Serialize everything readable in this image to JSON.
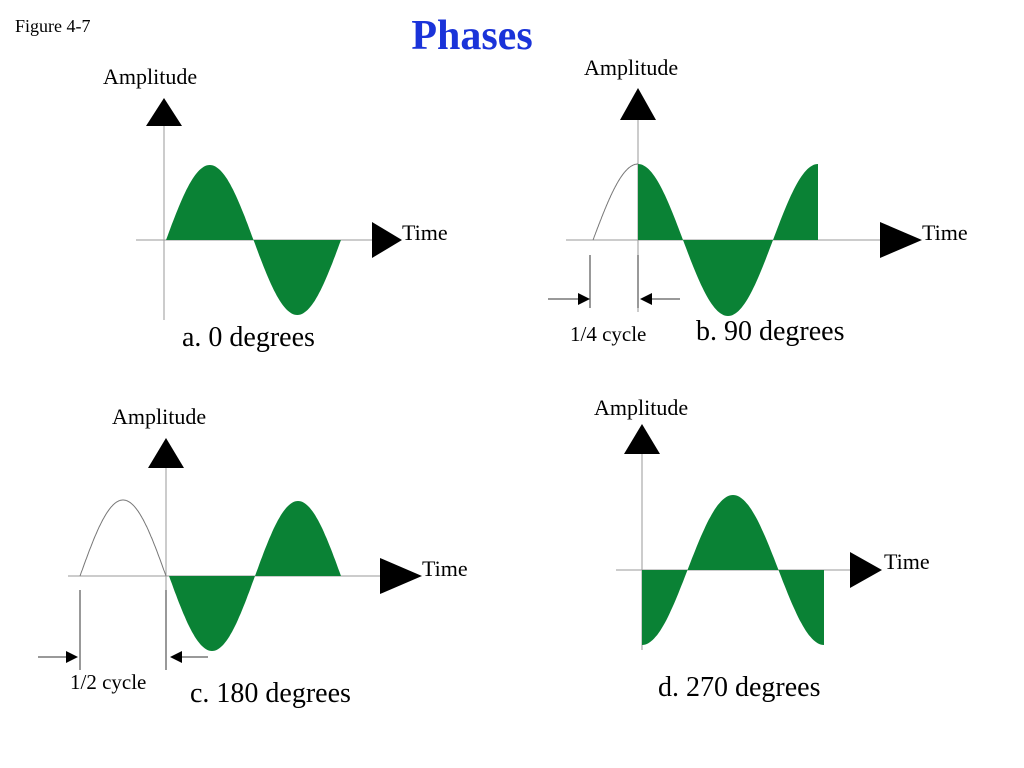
{
  "header": {
    "figure_label": "Figure 4-7",
    "title": "Phases",
    "title_color": "#1a33d9"
  },
  "wave_color": "#0a8235",
  "panels": [
    {
      "id": "a",
      "y_axis_label": "Amplitude",
      "x_axis_label": "Time",
      "caption": "a. 0 degrees",
      "phase_degrees": 0
    },
    {
      "id": "b",
      "y_axis_label": "Amplitude",
      "x_axis_label": "Time",
      "caption": "b. 90 degrees",
      "phase_degrees": 90,
      "offset_label": "1/4 cycle"
    },
    {
      "id": "c",
      "y_axis_label": "Amplitude",
      "x_axis_label": "Time",
      "caption": "c. 180 degrees",
      "phase_degrees": 180,
      "offset_label": "1/2 cycle"
    },
    {
      "id": "d",
      "y_axis_label": "Amplitude",
      "x_axis_label": "Time",
      "caption": "d. 270 degrees",
      "phase_degrees": 270
    }
  ]
}
